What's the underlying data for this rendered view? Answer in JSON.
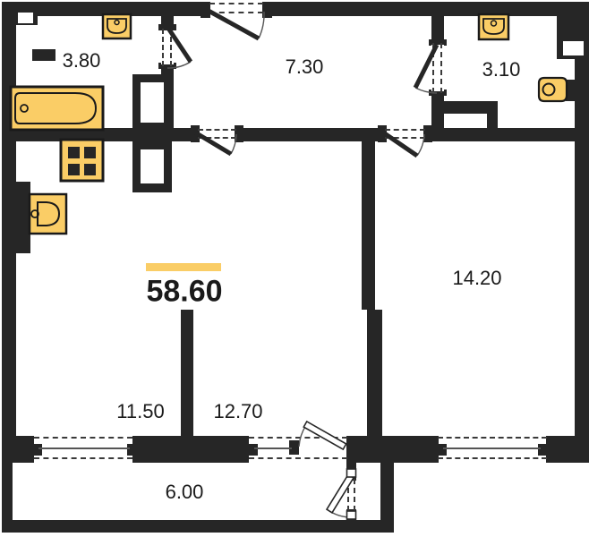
{
  "plan": {
    "total_area": "58.60",
    "rooms": {
      "bathroom": "3.80",
      "hallway": "7.30",
      "wc": "3.10",
      "bedroom": "14.20",
      "kitchen_zone": "11.50",
      "living_zone": "12.70",
      "balcony": "6.00"
    },
    "colors": {
      "wall": "#262626",
      "fixture_fill": "#FACD66",
      "fixture_stroke": "#1a1a1a",
      "accent_bar": "#FACD66",
      "dash": "#3a3a3a",
      "thin_line": "#555555"
    }
  }
}
